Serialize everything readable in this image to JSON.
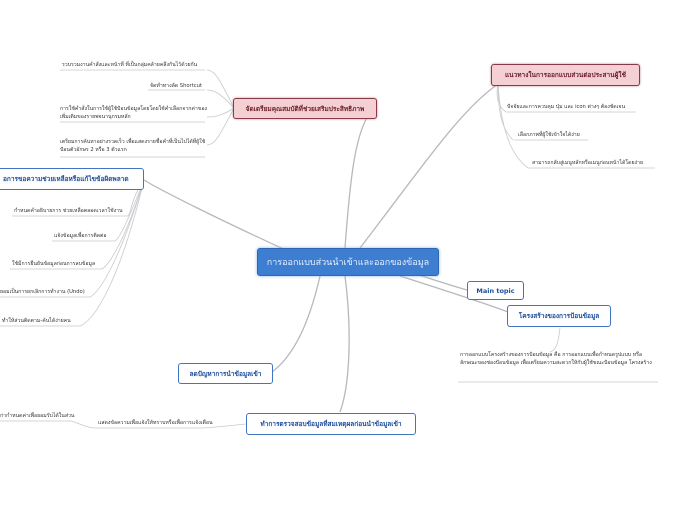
{
  "central_topic": "การออกแบบส่วนนำเข้าและออกของข้อมูล",
  "main_topics": {
    "prepare_user_features": {
      "label": "จัดเตรียมคุณสมบัติที่ช่วยเสริมประสิทธิภาพ",
      "items": [
        "รวบรวมงานคำสั่งและหน้าที่ ที่เป็นกลุ่มคล้ายคลึงกันไว้ด้วยกัน",
        "จัดทำทางลัด Shortcut",
        "การใช้คำสั่งในการใช้ผู้ใช้ป้อนข้อมูลโดยโดยใช้คำเลือกจากค่าของเพิ่มเติมของรายพจนานุกรมหลัก",
        "เตรียมการค้นหาอย่างรวดเร็ว เพื่อแสดงรายชื่อคำที่เป็นไปได้ที่ผู้ใช้ป้อนตัวอักษร 2 หรือ 3 ตัวแรก"
      ]
    },
    "design_guidelines": {
      "label": "แนวทางในการออกแบบส่วนต่อประสานผู้ใช้",
      "items": [
        "ปัจจัยและการควบคุม ปุ่ม และ icon ต่างๆ ต้องชัดเจน",
        "เลือกภาพที่ผู้ใช้เข้าใจได้ง่าย",
        "สามารถกลับสู่เมนูหลักหรือเมนูก่อนหน้าได้โดยง่าย"
      ]
    },
    "help_requests": {
      "label": "อการขอความช่วยเหลือหรือแก้ไขข้อผิดพลาด",
      "items": [
        "กำหนดคำอธิบายการ ช่วยเหลือตลอดเวลาใช้งาน",
        "แจ้งข้อมูลเพื่อการติดต่อ",
        "ใช้มีการยืนยันข้อมูลก่อนการลบข้อมูล",
        "ยอมเป็นการยกเลิกการทำงาน (Undo)",
        "ทำให้ส่วนติดตาม-ค้นได้ง่ายคน"
      ]
    },
    "main_topic": {
      "label": "Main topic"
    },
    "input_structure": {
      "label": "โครงสร้างของการป้อนข้อมูล",
      "items": [
        "การออกแบบโครงสร้างของการป้อนข้อมูล คือ การออกแบบเพื่อกำหนดรูปแบบ หรือลักษณะของช่องป้อนข้อมูล เพื่อเตรียมความสะดวกให้กับผู้ใช้ขณะป้อนข้อมูล โครงสร้าง"
      ]
    },
    "input_problems": {
      "label": "ลดปัญหาการนำข้อมูลเข้า"
    },
    "validation": {
      "label": "ทำการตรวจสอบข้อมูลที่สมเหตุผลก่อนนำข้อมูลเข้า",
      "items": [
        "แสดงข้อความเพื่อแจ้งให้ทราบหรือเพื่อการแจ้งเตือน",
        "ก่ากำหนดค่าเพื่อยอมรับได้ในส่วน"
      ]
    }
  },
  "colors": {
    "center_fill": "#3e7ed0",
    "pink_fill": "#f4d0d4",
    "pink_border": "#8a3a46",
    "blue_border": "#3f76c0",
    "link": "#b7b7be"
  }
}
